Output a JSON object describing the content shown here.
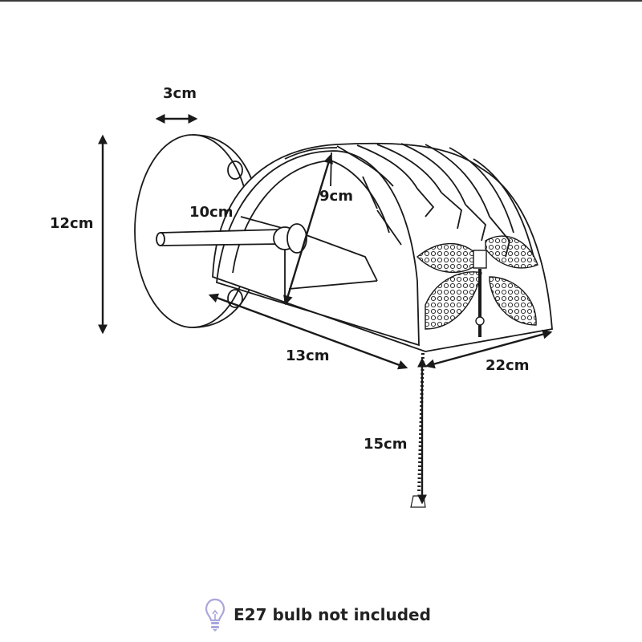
{
  "dimensions": {
    "backplate_depth": "3cm",
    "backplate_height": "12cm",
    "arm_length": "10cm",
    "shade_height": "9cm",
    "shade_depth": "13cm",
    "shade_width": "22cm",
    "chain_length": "15cm"
  },
  "footer": {
    "note": "E27 bulb not included",
    "icon": "lightbulb-icon",
    "icon_color": "#a9a6dc"
  },
  "colors": {
    "line": "#1a1a1a",
    "arrow": "#1a1a1a",
    "background": "#ffffff"
  }
}
